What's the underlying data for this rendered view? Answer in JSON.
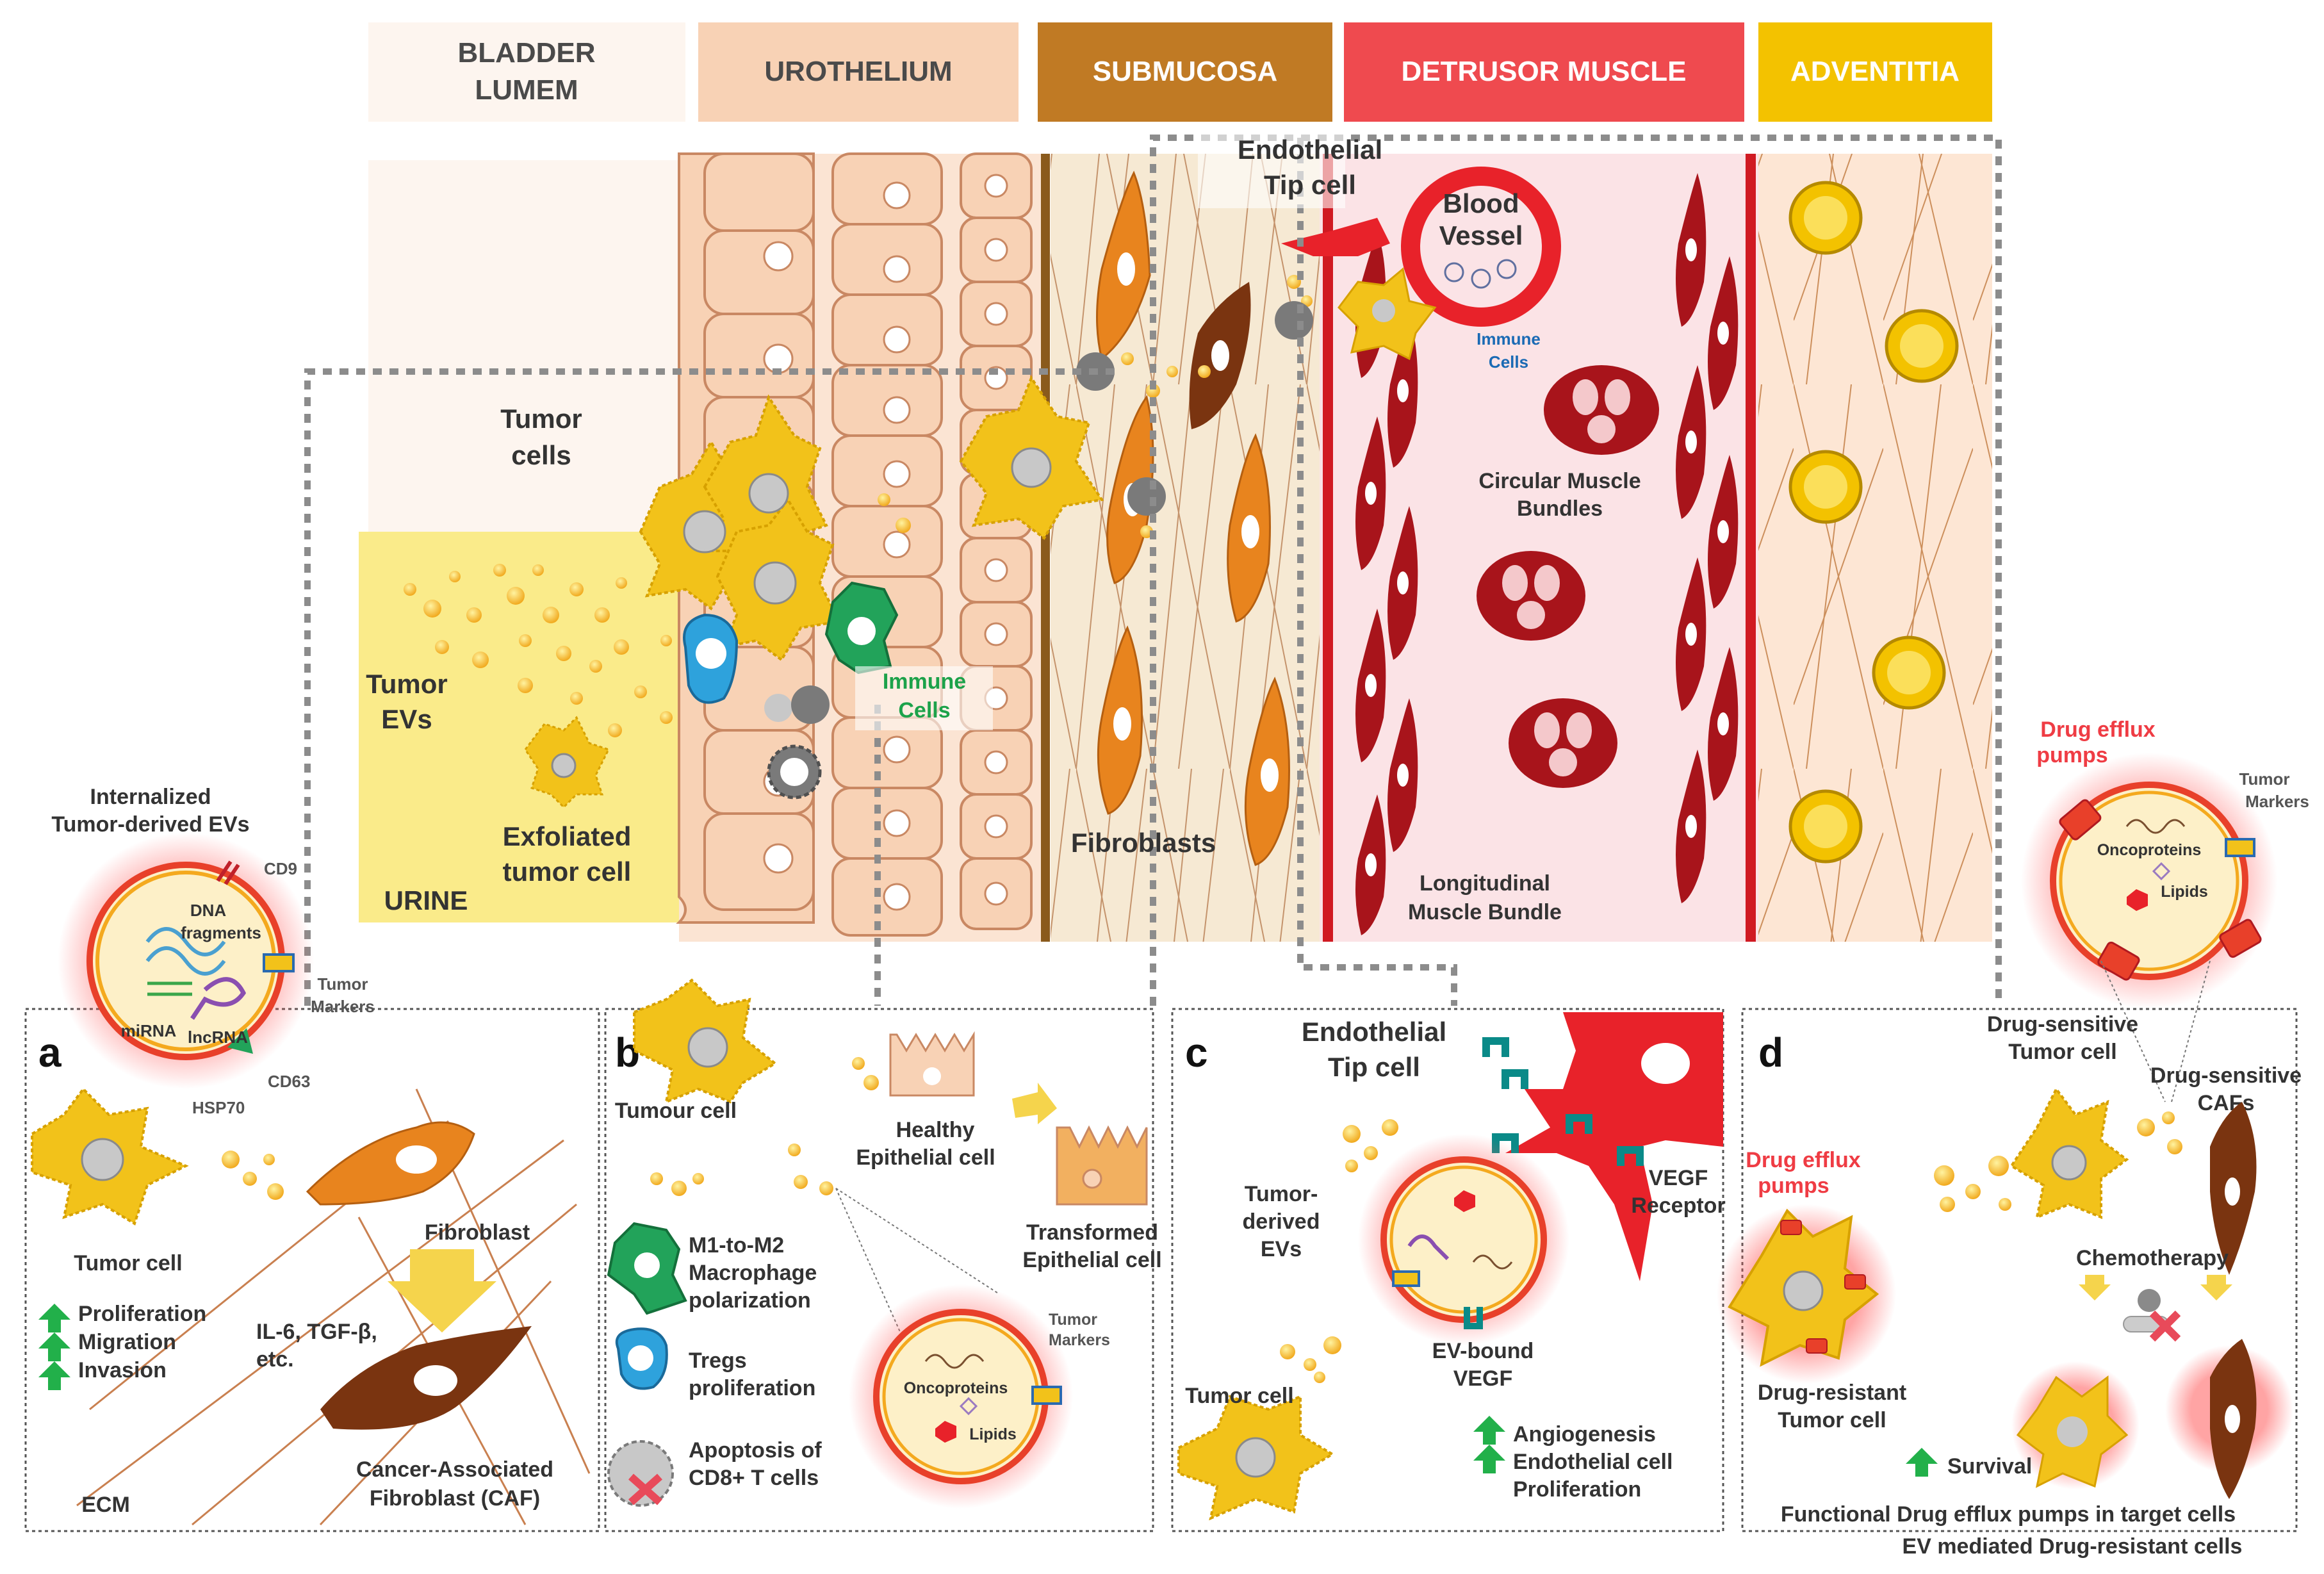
{
  "headers": {
    "lumen": [
      "BLADDER",
      "LUMEM"
    ],
    "urothelium": "UROTHELIUM",
    "submucosa": "SUBMUCOSA",
    "detrusor": "DETRUSOR MUSCLE",
    "adventitia": "ADVENTITIA"
  },
  "colors": {
    "lumen_band": "#fdf5ef",
    "urothelium_band": "#f8d2b5",
    "submucosa_band": "#c07a24",
    "detrusor_band": "#ef4a4f",
    "adventitia_band": "#f3c200",
    "urine": "#faeb8a",
    "muscle_bg": "#fbe3e6",
    "muscle_cell": "#a8141b",
    "tumor_cell": "#f2c21a",
    "fibroblast": "#e8841e",
    "caf": "#7a3410",
    "endothelial": "#e8222a",
    "ev": "#f4a91e"
  },
  "top_labels": {
    "tumor_cells": [
      "Tumor",
      "cells"
    ],
    "tumor_evs": [
      "Tumor",
      "EVs"
    ],
    "exfoliated": [
      "Exfoliated",
      "tumor cell"
    ],
    "urine": "URINE",
    "immune_cells_uro": [
      "Immune",
      "Cells"
    ],
    "fibroblasts": "Fibroblasts",
    "endothelial_tip": [
      "Endothelial",
      "Tip cell"
    ],
    "blood_vessel": [
      "Blood",
      "Vessel"
    ],
    "immune_cells_vessel": [
      "Immune",
      "Cells"
    ],
    "circular_muscle": [
      "Circular Muscle",
      "Bundles"
    ],
    "longitudinal_muscle": [
      "Longitudinal",
      "Muscle Bundle"
    ],
    "internalized_evs": [
      "Internalized",
      "Tumor-derived EVs"
    ]
  },
  "ev_a": {
    "cd9": "CD9",
    "dna": [
      "DNA",
      "fragments"
    ],
    "mirna": "miRNA",
    "lncrna": "lncRNA",
    "cd63": "CD63",
    "hsp70": "HSP70",
    "tumor_markers": [
      "Tumor",
      "Markers"
    ]
  },
  "panel_a": {
    "letter": "a",
    "tumor_cell": "Tumor cell",
    "fibroblast": "Fibroblast",
    "effects": [
      "Proliferation",
      "Migration",
      "Invasion"
    ],
    "cytokines": [
      "IL-6, TGF-β,",
      "etc."
    ],
    "ecm": "ECM",
    "caf": [
      "Cancer-Associated",
      "Fibroblast (CAF)"
    ]
  },
  "panel_b": {
    "letter": "b",
    "tumour_cell": "Tumour cell",
    "healthy": [
      "Healthy",
      "Epithelial cell"
    ],
    "transformed": [
      "Transformed",
      "Epithelial cell"
    ],
    "macrophage": [
      "M1-to-M2",
      "Macrophage",
      "polarization"
    ],
    "tregs": [
      "Tregs",
      "proliferation"
    ],
    "apoptosis": [
      "Apoptosis of",
      "CD8+ T cells"
    ],
    "oncoproteins": "Oncoproteins",
    "lipids": "Lipids",
    "tumor_markers": [
      "Tumor",
      "Markers"
    ]
  },
  "panel_c": {
    "letter": "c",
    "tip_cell": [
      "Endothelial",
      "Tip cell"
    ],
    "tumor_evs": [
      "Tumor-",
      "derived",
      "EVs"
    ],
    "vegf_receptor": [
      "VEGF",
      "Receptor"
    ],
    "ev_vegf": [
      "EV-bound",
      "VEGF"
    ],
    "tumor_cell": "Tumor cell",
    "effects": [
      "Angiogenesis",
      "Endothelial cell",
      "Proliferation"
    ]
  },
  "panel_d": {
    "letter": "d",
    "efflux_top": [
      "Drug efflux",
      "pumps"
    ],
    "tumor_markers": [
      "Tumor",
      "Markers"
    ],
    "oncoproteins": "Oncoproteins",
    "lipids": "Lipids",
    "sensitive_tumor": [
      "Drug-sensitive",
      "Tumor cell"
    ],
    "sensitive_cafs": [
      "Drug-sensitive",
      "CAFs"
    ],
    "efflux_left": [
      "Drug efflux",
      "pumps"
    ],
    "chemo": "Chemotherapy",
    "resistant": [
      "Drug-resistant",
      "Tumor cell"
    ],
    "survival": "Survival",
    "footer1": "Functional Drug efflux pumps in target cells",
    "footer2": "EV mediated Drug-resistant cells"
  }
}
